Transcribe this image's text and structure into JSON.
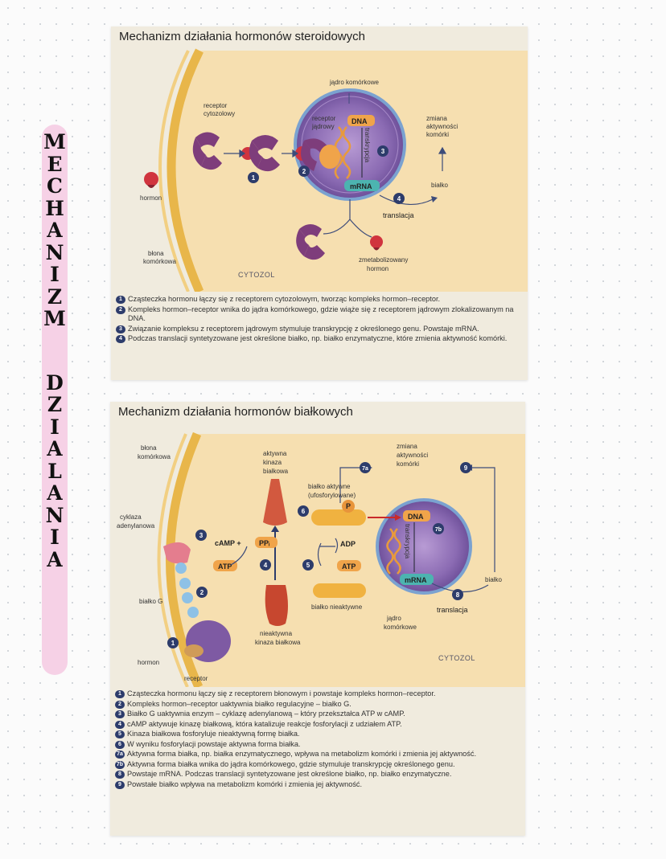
{
  "banner": {
    "word1": "MECHANIZM",
    "word2": "DZIALANIA"
  },
  "panel1": {
    "title": "Mechanizm działania hormonów steroidowych",
    "labels": {
      "nucleus": "jądro komórkowe",
      "cytosolic_receptor": [
        "receptor",
        "cytozolowy"
      ],
      "nuclear_receptor": [
        "receptor",
        "jądrowy"
      ],
      "dna": "DNA",
      "transcription": "transkrypcja",
      "mrna": "mRNA",
      "activity_change": [
        "zmiana",
        "aktywności",
        "komórki"
      ],
      "protein": "białko",
      "translation": "translacja",
      "hormone": "hormon",
      "membrane": [
        "błona",
        "komórkowa"
      ],
      "cytosol": "CYTOZOL",
      "metabolized": [
        "zmetabolizowany",
        "hormon"
      ]
    },
    "markers": [
      "1",
      "2",
      "3",
      "4"
    ],
    "steps": [
      {
        "n": "1",
        "text": "Cząsteczka hormonu łączy się z receptorem cytozolowym, tworząc kompleks hormon–receptor."
      },
      {
        "n": "2",
        "text": "Kompleks hormon–receptor wnika do jądra komórkowego, gdzie wiąże się z receptorem jądrowym zlokalizowanym na DNA."
      },
      {
        "n": "3",
        "text": "Związanie kompleksu z receptorem jądrowym stymuluje transkrypcję z określonego genu. Powstaje mRNA."
      },
      {
        "n": "4",
        "text": "Podczas translacji syntetyzowane jest określone białko, np. białko enzymatyczne, które zmienia aktywność komórki."
      }
    ]
  },
  "panel2": {
    "title": "Mechanizm działania hormonów białkowych",
    "labels": {
      "membrane": [
        "błona",
        "komórkowa"
      ],
      "active_kinase": [
        "aktywna",
        "kinaza",
        "białkowa"
      ],
      "activity_change": [
        "zmiana",
        "aktywności",
        "komórki"
      ],
      "active_protein": [
        "białko aktywne",
        "(ufosforylowane)"
      ],
      "adenylate_cyclase": [
        "cyklaza",
        "adenylanowa"
      ],
      "camp": "cAMP +",
      "ppi": "PPᵢ",
      "atp": "ATP",
      "adp": "ADP",
      "p": "P",
      "dna": "DNA",
      "transcription": "transkrypcja",
      "mrna": "mRNA",
      "protein": "białko",
      "g_protein": "białko G",
      "inactive_protein": "białko nieaktywne",
      "translation": "translacja",
      "nucleus": [
        "jądro",
        "komórkowe"
      ],
      "inactive_kinase": [
        "nieaktywna",
        "kinaza białkowa"
      ],
      "cytosol": "CYTOZOL",
      "hormone": "hormon",
      "receptor": "receptor"
    },
    "markers": [
      "1",
      "2",
      "3",
      "4",
      "5",
      "6",
      "7a",
      "7b",
      "8",
      "9"
    ],
    "steps": [
      {
        "n": "1",
        "text": "Cząsteczka hormonu łączy się z receptorem błonowym i powstaje kompleks hormon–receptor."
      },
      {
        "n": "2",
        "text": "Kompleks hormon–receptor uaktywnia białko regulacyjne – białko G."
      },
      {
        "n": "3",
        "text": "Białko G uaktywnia enzym – cyklazę adenylanową – który przekształca ATP w cAMP."
      },
      {
        "n": "4",
        "text": "cAMP aktywuje kinazę białkową, która katalizuje reakcje fosforylacji z udziałem ATP."
      },
      {
        "n": "5",
        "text": "Kinaza białkowa fosforyluje nieaktywną formę białka."
      },
      {
        "n": "6",
        "text": "W wyniku fosforylacji powstaje aktywna forma białka."
      },
      {
        "n": "7a",
        "text": "Aktywna forma białka, np. białka enzymatycznego, wpływa na metabolizm komórki i zmienia jej aktywność."
      },
      {
        "n": "7b",
        "text": "Aktywna forma białka wnika do jądra komórkowego, gdzie stymuluje transkrypcję określonego genu."
      },
      {
        "n": "8",
        "text": "Powstaje mRNA. Podczas translacji syntetyzowane jest określone białko, np. białko enzymatyczne."
      },
      {
        "n": "9",
        "text": "Powstałe białko wpływa na metabolizm komórki i zmienia jej aktywność."
      }
    ]
  },
  "colors": {
    "panel": "#f0ebde",
    "membrane": "#e8b64a",
    "cytoplasm": "#f4d39a",
    "nucleus": "#8b6bb3",
    "receptor": "#7e3d7b",
    "hormone": "#d0343e",
    "marker": "#2d3c6b",
    "dna": "#e89a3c",
    "mrna": "#4cb4b0",
    "banner": "#f6d1e6"
  }
}
